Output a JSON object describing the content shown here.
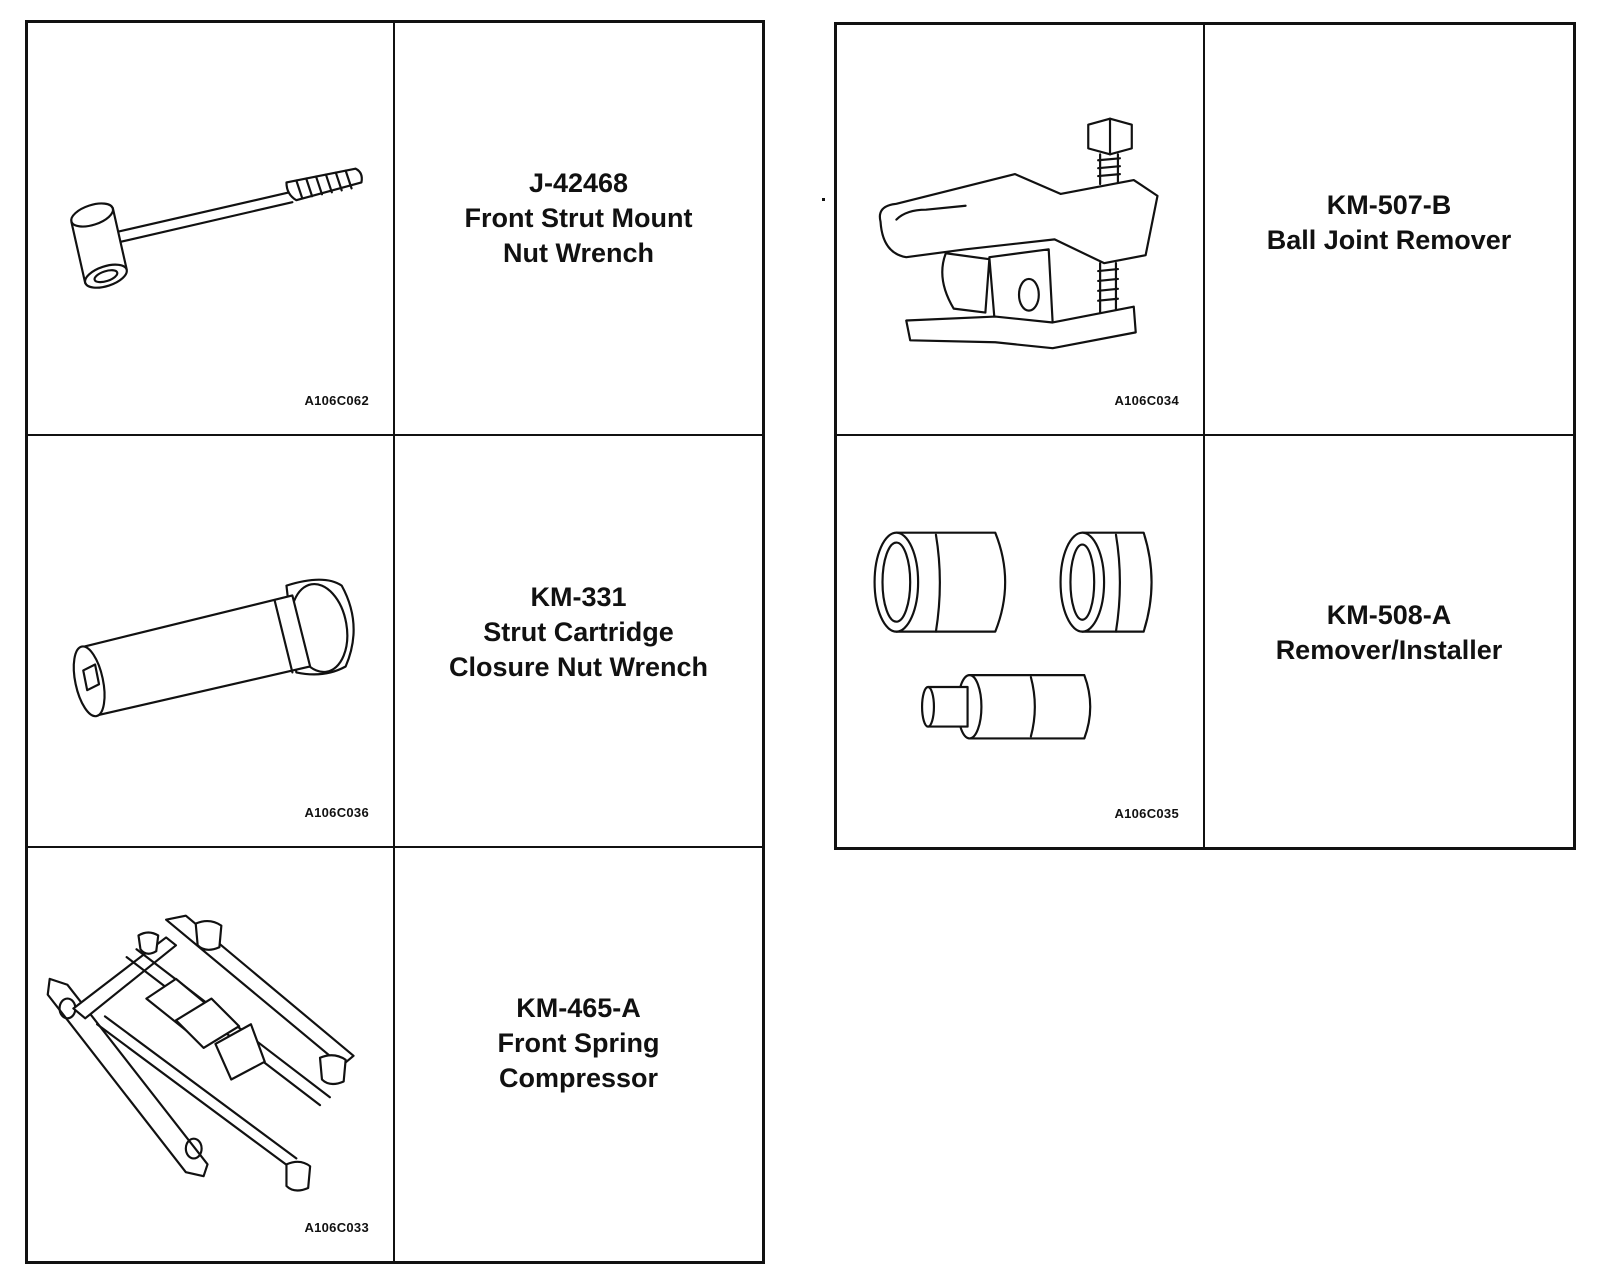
{
  "tools": [
    {
      "id": "J-42468",
      "lines": [
        "J-42468",
        "Front Strut Mount",
        "Nut Wrench"
      ],
      "figure_code": "A106C062",
      "icon": "strut-mount-nut-wrench-icon"
    },
    {
      "id": "KM-331",
      "lines": [
        "KM-331",
        "Strut Cartridge",
        "Closure Nut Wrench"
      ],
      "figure_code": "A106C036",
      "icon": "cartridge-closure-nut-wrench-icon"
    },
    {
      "id": "KM-465-A",
      "lines": [
        "KM-465-A",
        "Front Spring",
        "Compressor"
      ],
      "figure_code": "A106C033",
      "icon": "spring-compressor-icon"
    },
    {
      "id": "KM-507-B",
      "lines": [
        "KM-507-B",
        "Ball Joint Remover"
      ],
      "figure_code": "A106C034",
      "icon": "ball-joint-remover-icon"
    },
    {
      "id": "KM-508-A",
      "lines": [
        "KM-508-A",
        "Remover/Installer"
      ],
      "figure_code": "A106C035",
      "icon": "remover-installer-set-icon"
    }
  ]
}
